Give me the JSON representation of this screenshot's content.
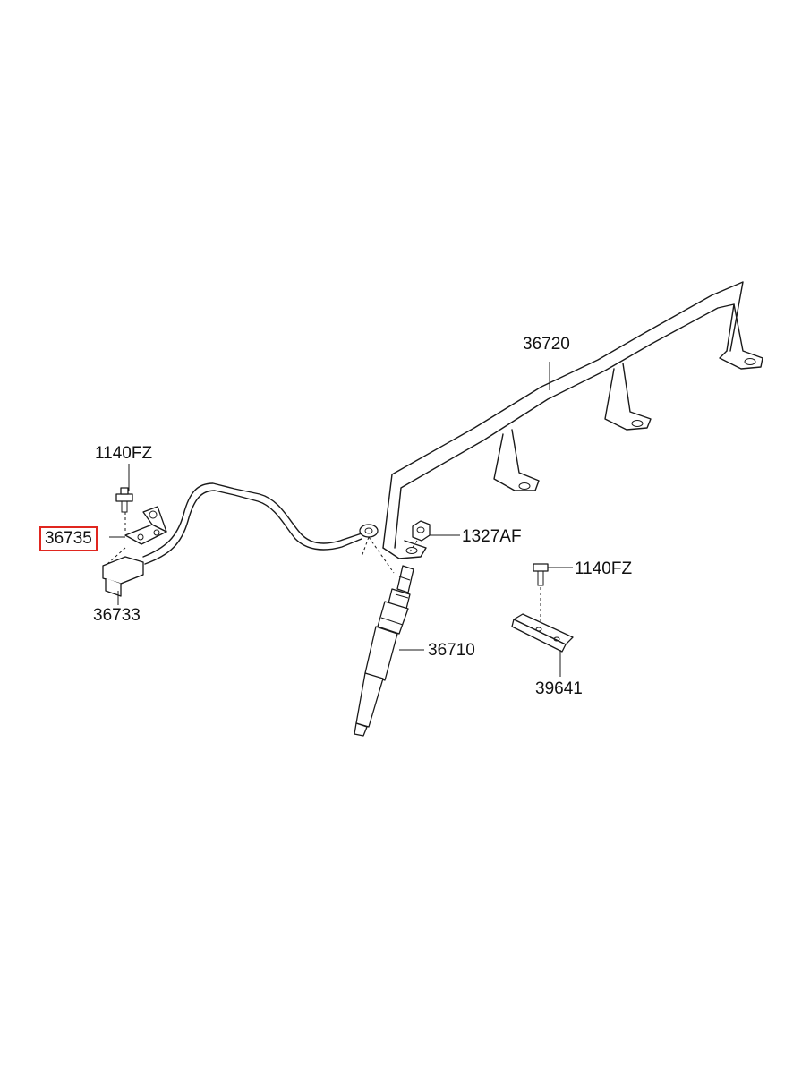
{
  "diagram": {
    "parts": [
      {
        "id": "p-36720",
        "number": "36720",
        "highlighted": false
      },
      {
        "id": "p-1140fz-a",
        "number": "1140FZ",
        "highlighted": false
      },
      {
        "id": "p-36735",
        "number": "36735",
        "highlighted": true
      },
      {
        "id": "p-36733",
        "number": "36733",
        "highlighted": false
      },
      {
        "id": "p-1327af",
        "number": "1327AF",
        "highlighted": false
      },
      {
        "id": "p-1140fz-b",
        "number": "1140FZ",
        "highlighted": false
      },
      {
        "id": "p-36710",
        "number": "36710",
        "highlighted": false
      },
      {
        "id": "p-39641",
        "number": "39641",
        "highlighted": false
      }
    ],
    "highlight_color": "#e0261f",
    "line_color": "#1a1a1a"
  }
}
